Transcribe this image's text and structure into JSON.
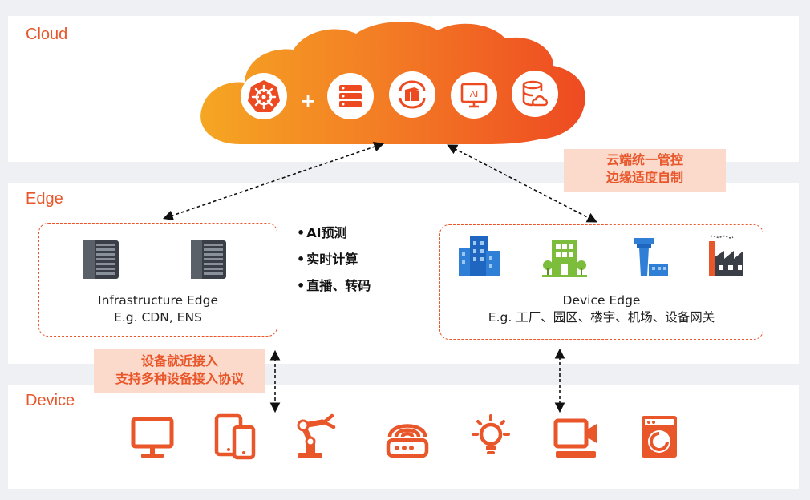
{
  "layers": {
    "cloud": "Cloud",
    "edge": "Edge",
    "device": "Device"
  },
  "cloud_services": {
    "plus": "+",
    "ai_badge": "AI",
    "icons": [
      "kubernetes-icon",
      "server-stack-icon",
      "container-icon",
      "ai-monitor-icon",
      "cloud-database-icon"
    ]
  },
  "callouts": {
    "cloud_edge": [
      "云端统一管控",
      "边缘适度自制"
    ],
    "device_access": [
      "设备就近接入",
      "支持多种设备接入协议"
    ]
  },
  "infrastructure_edge": {
    "title": "Infrastructure Edge",
    "example": "E.g. CDN, ENS"
  },
  "capabilities": [
    "AI预测",
    "实时计算",
    "直播、转码"
  ],
  "device_edge": {
    "title": "Device Edge",
    "example": "E.g. 工厂、园区、楼宇、机场、设备网关",
    "icons": [
      "city-buildings-icon",
      "park-building-icon",
      "airport-tower-icon",
      "factory-icon"
    ]
  },
  "devices": {
    "icons": [
      "monitor-icon",
      "tablet-phone-icon",
      "robot-arm-icon",
      "router-icon",
      "lightbulb-icon",
      "camera-icon",
      "washing-machine-icon"
    ]
  },
  "colors": {
    "accent": "#e8562a",
    "cloud_gradient_start": "#f5a623",
    "cloud_gradient_end": "#ee4a22",
    "callout_bg": "#fbd9cb",
    "building_blue": "#2f7fd6",
    "building_green": "#7cbd3c"
  }
}
